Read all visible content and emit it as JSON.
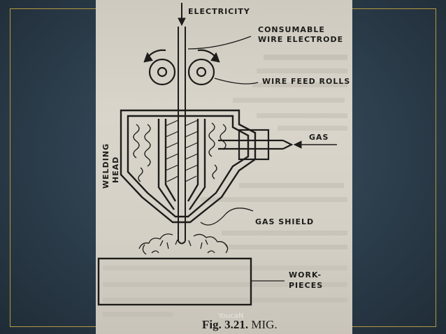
{
  "labels": {
    "electricity": "ELECTRICITY",
    "electrode_1": "CONSUMABLE",
    "electrode_2": "WIRE ELECTRODE",
    "rolls": "WIRE FEED ROLLS",
    "gas": "GAS",
    "welding": "WELDING",
    "head": "HEAD",
    "shield": "GAS SHIELD",
    "work_1": "WORK-",
    "work_2": "PIECES"
  },
  "caption": {
    "bold": "Fig. 3.21.",
    "text": " MIG."
  },
  "watermark": "YoucaN",
  "colors": {
    "ink": "#1d1c1a",
    "paper": "#d6d2c8",
    "frame": "#b59a3e"
  }
}
